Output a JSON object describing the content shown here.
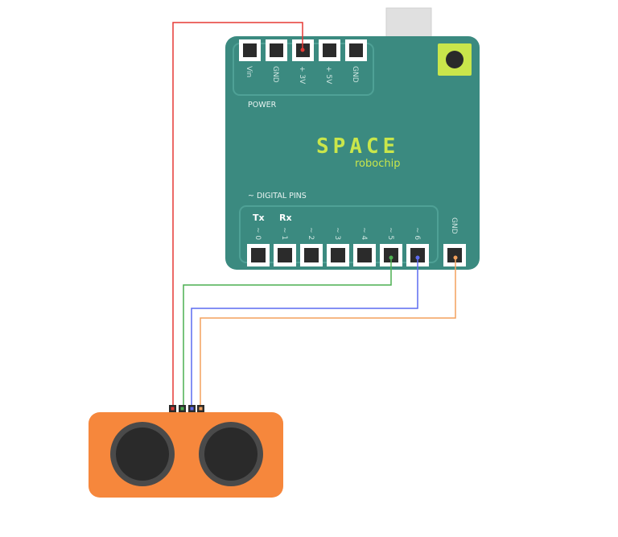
{
  "board": {
    "brand": "SPACE",
    "subtitle": "robochip",
    "power_label": "POWER",
    "digital_label": "~ DIGITAL PINS",
    "tx_label": "Tx",
    "rx_label": "Rx",
    "gnd_label": "GND",
    "power_pins": [
      "Vin",
      "GND",
      "+ 3V",
      "+ 5V",
      "GND"
    ],
    "digital_pins": [
      "~ 0",
      "~ 1",
      "~ 2",
      "~ 3",
      "~ 4",
      "~ 5",
      "~ 6"
    ]
  },
  "wires": [
    {
      "name": "wire-red",
      "color": "#e53935"
    },
    {
      "name": "wire-green",
      "color": "#4caf50"
    },
    {
      "name": "wire-blue",
      "color": "#5c6bf0"
    },
    {
      "name": "wire-orange",
      "color": "#f4a15d"
    }
  ],
  "colors": {
    "board": "#3b8a80",
    "board_dark": "#347b72",
    "accent": "#c9e64b",
    "sensor": "#f6873c"
  }
}
